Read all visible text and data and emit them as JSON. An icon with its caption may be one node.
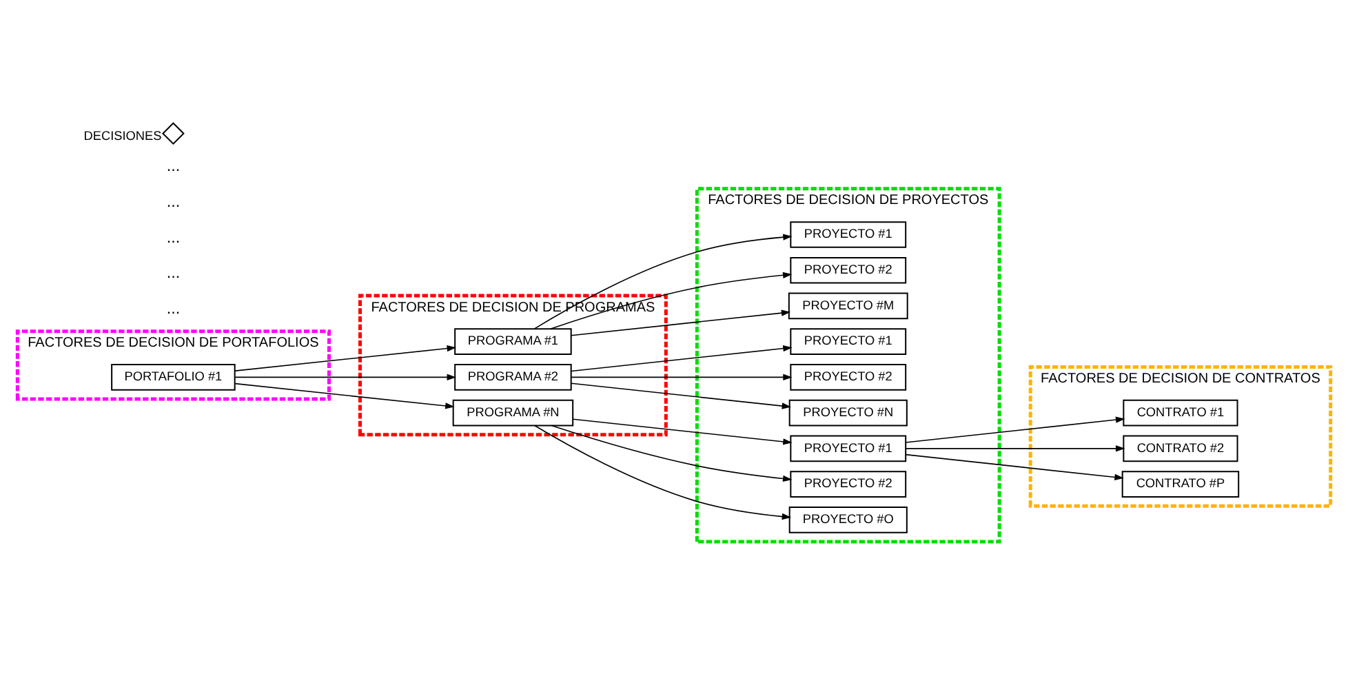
{
  "diagram": {
    "nodes": [
      {
        "text": [
          "FACTORES DE DECISION DE PORTAFOLIOS"
        ]
      },
      {
        "text": [
          "PORTAFOLIO #1"
        ],
        "in": 0
      },
      {
        "text": [
          "FACTORES DE DECISION DE PROGRAMAS"
        ]
      },
      {
        "text": [
          "PROGRAMA #1"
        ],
        "in": 2
      },
      {
        "text": [
          "PROGRAMA #2"
        ],
        "in": 2
      },
      {
        "text": [
          "PROGRAMA #N"
        ],
        "in": 2
      },
      {
        "text": [
          "FACTORES DE DECISION DE PROYECTOS"
        ]
      },
      {
        "text": [
          "PROYECTO #1"
        ],
        "in": 6
      },
      {
        "text": [
          "PROYECTO #2"
        ],
        "in": 6
      },
      {
        "text": [
          "PROYECTO #M"
        ],
        "in": 6
      },
      {
        "text": [
          "PROYECTO #1"
        ],
        "in": 6
      },
      {
        "text": [
          "PROYECTO #2"
        ],
        "in": 6
      },
      {
        "text": [
          "PROYECTO #N"
        ],
        "in": 6
      },
      {
        "text": [
          "PROYECTO #1"
        ],
        "in": 6
      },
      {
        "text": [
          "PROYECTO #2"
        ],
        "in": 6
      },
      {
        "text": [
          "PROYECTO #O"
        ],
        "in": 6
      },
      {
        "text": [
          "FACTORES DE DECISION DE CONTRATOS"
        ]
      },
      {
        "text": [
          "CONTRATO #1"
        ],
        "in": 16
      },
      {
        "text": [
          "CONTRATO #2"
        ],
        "in": 16
      },
      {
        "text": [
          "CONTRATO #P"
        ],
        "in": 16
      }
    ],
    "edges": [
      {
        "from": 1,
        "to": 3,
        "arrow": "to"
      },
      {
        "from": 1,
        "to": 4,
        "arrow": "to"
      },
      {
        "from": 1,
        "to": 5,
        "arrow": "to"
      },
      {
        "from": 3,
        "to": 7,
        "arrow": "to"
      },
      {
        "from": 3,
        "to": 8,
        "arrow": "to"
      },
      {
        "from": 3,
        "to": 9,
        "arrow": "to"
      },
      {
        "from": 4,
        "to": 10,
        "arrow": "to"
      },
      {
        "from": 4,
        "to": 11,
        "arrow": "to"
      },
      {
        "from": 4,
        "to": 12,
        "arrow": "to"
      },
      {
        "from": 5,
        "to": 13,
        "arrow": "to"
      },
      {
        "from": 5,
        "to": 14,
        "arrow": "to"
      },
      {
        "from": 5,
        "to": 15,
        "arrow": "to"
      },
      {
        "from": 13,
        "to": 17,
        "arrow": "to"
      },
      {
        "from": 13,
        "to": 18,
        "arrow": "to"
      },
      {
        "from": 13,
        "to": 19,
        "arrow": "to"
      }
    ],
    "labels": [
      "...",
      "...",
      "...",
      "...",
      "..."
    ],
    "legend": [
      {
        "text": "DECISIONES"
      }
    ]
  }
}
